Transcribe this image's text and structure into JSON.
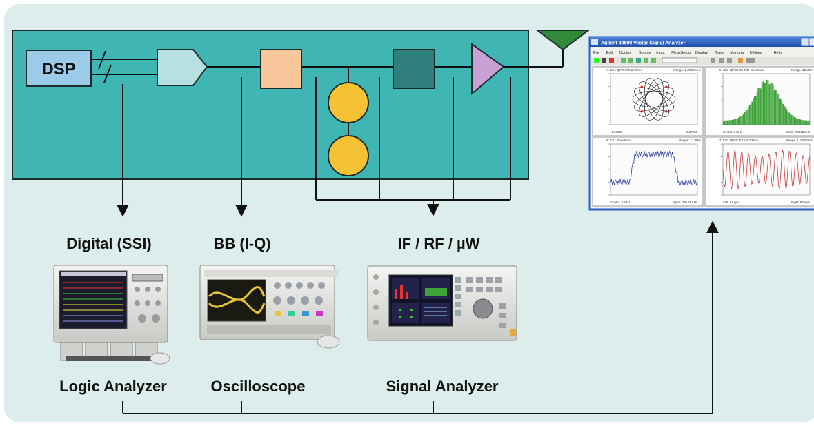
{
  "colors": {
    "background": "#dcedec",
    "system_box": "#3fb6b4",
    "dsp": "#9ccbea",
    "dac": "#b7e0e1",
    "mixer": "#f8c69b",
    "lo": "#f5c236",
    "filter": "#2f7f7d",
    "amp": "#c7a1d4",
    "antenna": "#2f8b3a",
    "spectrum_green": "#3fa33a",
    "window_title": "#2c62c4"
  },
  "diagram": {
    "dsp_label": "DSP"
  },
  "instruments": [
    {
      "probe_label": "Digital (SSI)",
      "name": "Logic Analyzer",
      "icon": "logic-analyzer"
    },
    {
      "probe_label": "BB (I-Q)",
      "name": "Oscilloscope",
      "icon": "oscilloscope"
    },
    {
      "probe_label": "IF / RF / µW",
      "name": "Signal Analyzer",
      "icon": "signal-analyzer"
    }
  ],
  "vsa_window": {
    "title": "Agilent 89600 Vector Signal Analyzer",
    "menu": [
      "File",
      "Edit",
      "Control",
      "Source",
      "Input",
      "MeasSetup",
      "Display",
      "Trace",
      "Markers",
      "Utilities",
      "Help"
    ],
    "panes": [
      {
        "header": "A: Ch1 QPSK Meas Time",
        "range": "Range: 1.208926 V",
        "x_left": "-2.27986",
        "x_right": "2.27986",
        "kind": "constellation"
      },
      {
        "header": "C: Ch1 QPSK Ch Flat Spectrum",
        "range": "Range: 12 dBm",
        "x_left": "Center: 0 MHz",
        "x_right": "Span: 780.25 kHz",
        "kind": "spectrum"
      },
      {
        "header": "B: Ch1 Spectrum",
        "range": "Range: 12 dBm",
        "x_left": "Center: 0 MHz",
        "x_right": "Span: 780.25 kHz",
        "kind": "spectrum-flat"
      },
      {
        "header": "D: Ch1 QPSK Err Vect Time",
        "range": "Range: 1.208926 V",
        "x_left": "Left: 92 sym",
        "x_right": "Right: 80 sym",
        "kind": "sine"
      }
    ]
  }
}
